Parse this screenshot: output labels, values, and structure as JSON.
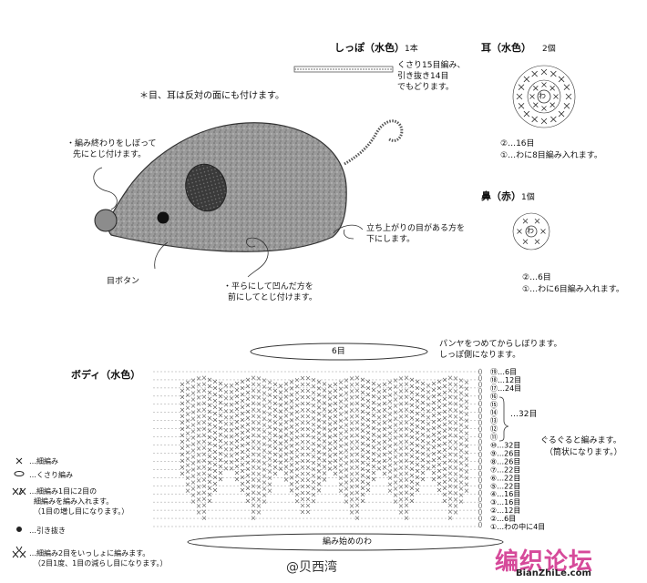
{
  "note_top": "＊目、耳は反対の面にも付けます。",
  "tail": {
    "title": "しっぽ（水色）",
    "count": "1本",
    "desc_l1": "くさり15目編み、",
    "desc_l2": "引き抜き14目",
    "desc_l3": "でもどります。"
  },
  "ear": {
    "title": "耳（水色）",
    "count": "2個",
    "round2": "②…16目",
    "round1": "①…わに8目編み入れます。",
    "center": "わ"
  },
  "nose": {
    "title": "鼻（赤）",
    "count": "1個",
    "round2": "②…6目",
    "round1": "①…わに6目編み入れます。",
    "center": "わ"
  },
  "mouse_notes": {
    "tie_l1": "・編み終わりをしぼって",
    "tie_l2": "先にとじ付けます。",
    "button": "目ボタン",
    "flat_l1": "・平らにして凹んだ方を",
    "flat_l2": "前にしてとじ付けます。",
    "stand_l1": "立ち上がりの目がある方を",
    "stand_l2": "下にします。"
  },
  "body": {
    "title": "ボディ（水色）",
    "top_oval": "6目",
    "top_note_l1": "パンヤをつめてからしぼります。",
    "top_note_l2": "しっぽ側になります。",
    "bottom_oval": "編み始めのわ",
    "side_note_l1": "ぐるぐると編みます。",
    "side_note_l2": "（筒状になります。）",
    "rows": [
      {
        "num": "⑲",
        "count": "…6目"
      },
      {
        "num": "⑱",
        "count": "…12目"
      },
      {
        "num": "⑰",
        "count": "…24目"
      },
      {
        "num": "⑯",
        "count": ""
      },
      {
        "num": "⑮",
        "count": ""
      },
      {
        "num": "⑭",
        "count": ""
      },
      {
        "num": "⑬",
        "count": ""
      },
      {
        "num": "⑫",
        "count": ""
      },
      {
        "num": "⑪",
        "count": ""
      },
      {
        "num": "⑩",
        "count": "…32目"
      },
      {
        "num": "⑨",
        "count": "…26目"
      },
      {
        "num": "⑧",
        "count": "…26目"
      },
      {
        "num": "⑦",
        "count": "…22目"
      },
      {
        "num": "⑥",
        "count": "…22目"
      },
      {
        "num": "⑤",
        "count": "…22目"
      },
      {
        "num": "④",
        "count": "…16目"
      },
      {
        "num": "③",
        "count": "…16目"
      },
      {
        "num": "②",
        "count": "…12目"
      },
      {
        "num": "②",
        "count": "…6目"
      },
      {
        "num": "①",
        "count": "…わの中に4目"
      }
    ],
    "bracket_label": "…32目"
  },
  "legend": [
    {
      "symbol": "X",
      "label": "…細編み"
    },
    {
      "symbol": "⬭",
      "label": "…くさり編み"
    },
    {
      "symbol": "XX",
      "label": "…細編み1目に2目の",
      "label2": "細編みを編み入れます。",
      "label3": "（1目の増し目になります。）"
    },
    {
      "symbol": "●",
      "label": "…引き抜き"
    },
    {
      "symbol": "XX",
      "label": "…細編み2目をいっしょに編みます。",
      "label2": "（2目1度、1目の減らし目になります。）"
    }
  ],
  "watermark": {
    "weibo": "@贝西湾",
    "forum": "编织论坛",
    "forum_url": "BianZhiLe.com"
  }
}
